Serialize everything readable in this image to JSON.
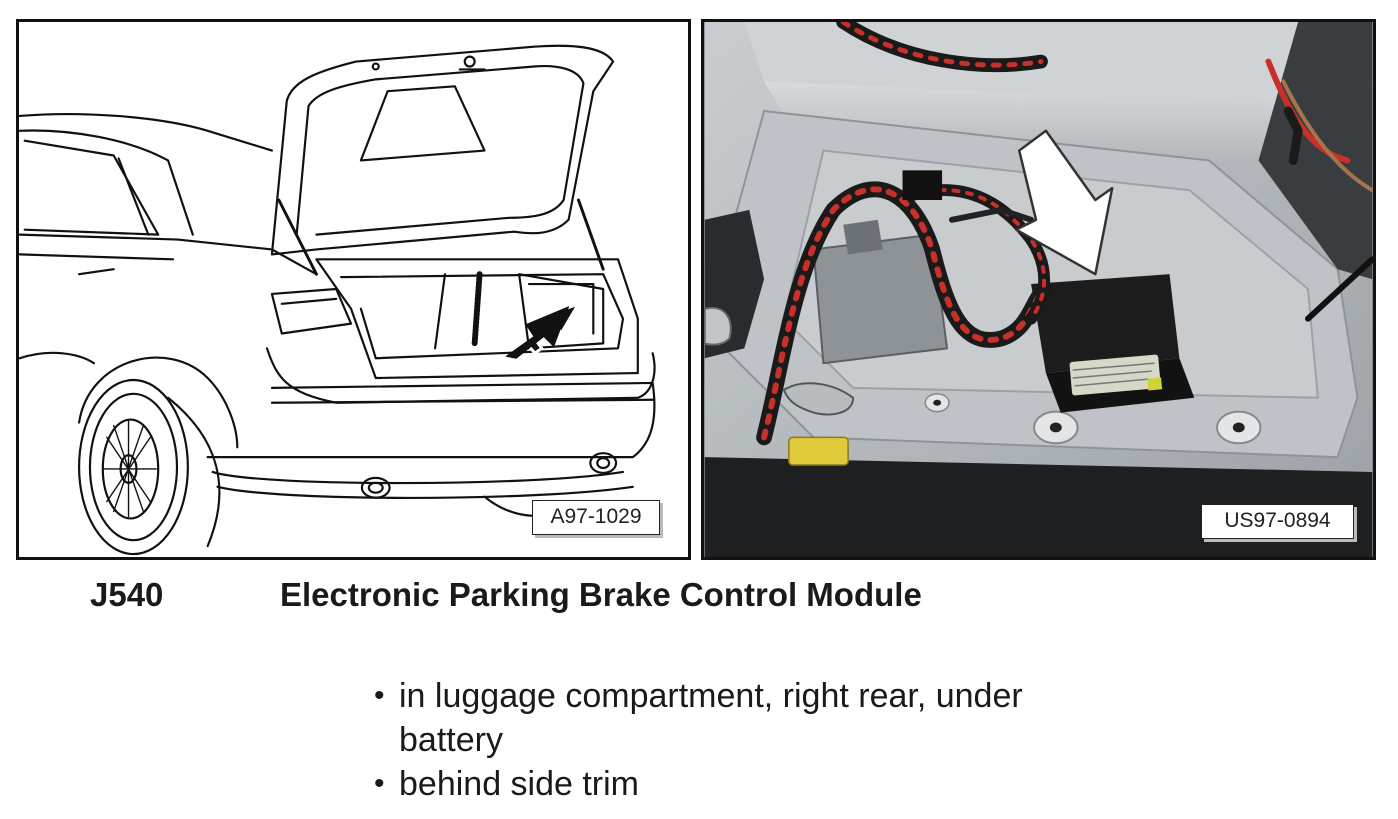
{
  "figures": {
    "left": {
      "label": "A97-1029"
    },
    "right": {
      "label": "US97-0894"
    }
  },
  "component": {
    "code": "J540",
    "name": "Electronic Parking Brake Control Module"
  },
  "notes": [
    {
      "text": "in luggage compartment, right rear, under battery"
    },
    {
      "text": "behind side trim"
    }
  ],
  "icons": {
    "bullet": "bullet-dot-icon",
    "arrow": "location-arrow-icon"
  },
  "colors": {
    "text": "#1a1a1a",
    "border": "#111111",
    "harness_red": "#c8302a",
    "connector_yellow": "#e0c93a"
  }
}
